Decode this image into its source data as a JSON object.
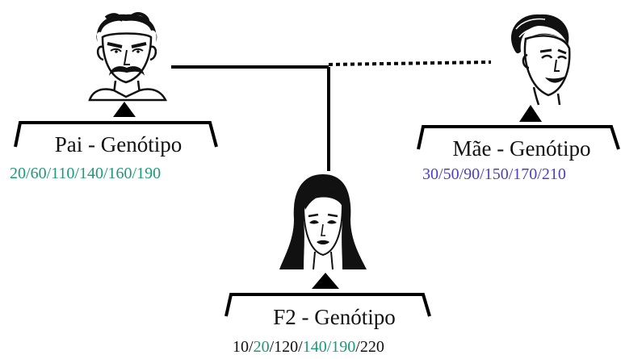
{
  "colors": {
    "father_allele": "#1a9a78",
    "mother_allele": "#4a3fbf",
    "neutral_allele": "#111111",
    "line": "#000000"
  },
  "father": {
    "label": "Pai - Genótipo",
    "genotype": [
      {
        "text": "20",
        "origin": "father"
      },
      {
        "text": "60",
        "origin": "father"
      },
      {
        "text": "110",
        "origin": "father"
      },
      {
        "text": "140",
        "origin": "father"
      },
      {
        "text": "160",
        "origin": "father"
      },
      {
        "text": "190",
        "origin": "father"
      }
    ]
  },
  "mother": {
    "label": "Mãe - Genótipo",
    "genotype": [
      {
        "text": "30",
        "origin": "mother"
      },
      {
        "text": "50",
        "origin": "mother"
      },
      {
        "text": "90",
        "origin": "mother"
      },
      {
        "text": "150",
        "origin": "mother"
      },
      {
        "text": "170",
        "origin": "mother"
      },
      {
        "text": "210",
        "origin": "mother"
      }
    ]
  },
  "child": {
    "label": "F2 - Genótipo",
    "genotype": [
      {
        "text": "10",
        "origin": "neutral"
      },
      {
        "text": "20",
        "origin": "father"
      },
      {
        "text": "120",
        "origin": "neutral"
      },
      {
        "text": "140",
        "origin": "father"
      },
      {
        "text": "190",
        "origin": "father"
      },
      {
        "text": "220",
        "origin": "neutral"
      }
    ]
  },
  "icons": {
    "father": "man-portrait-icon",
    "mother": "woman-portrait-icon",
    "child": "young-woman-portrait-icon"
  }
}
